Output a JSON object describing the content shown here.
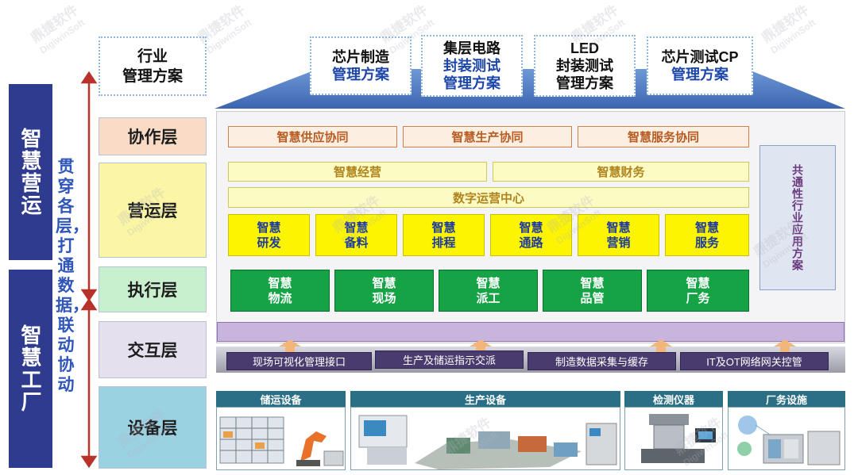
{
  "left_labels": {
    "top": "智慧营运",
    "bottom": "智慧工厂"
  },
  "middle_text": "贯穿各层，打通数据，联动协动",
  "industry_solution": "行业\n管理方案",
  "top_solutions": [
    {
      "line1": "芯片制造",
      "line2": "管理方案"
    },
    {
      "line1": "集层电路",
      "line2": "封装测试\n管理方案"
    },
    {
      "line1": "LED",
      "line2": "封装测试\n管理方案"
    },
    {
      "line1": "芯片测试CP",
      "line2": "管理方案"
    }
  ],
  "layers": {
    "collaboration": "协作层",
    "operation": "营运层",
    "execution": "执行层",
    "interaction": "交互层",
    "equipment": "设备层"
  },
  "collab_items": [
    "智慧供应协同",
    "智慧生产协同",
    "智慧服务协同"
  ],
  "operation_row1": [
    "智慧经营",
    "智慧财务"
  ],
  "operation_center": "数字运营中心",
  "operation_boxes": [
    "智慧\n研发",
    "智慧\n备料",
    "智慧\n排程",
    "智慧\n通路",
    "智慧\n营销",
    "智慧\n服务"
  ],
  "execution_boxes": [
    "智慧\n物流",
    "智慧\n现场",
    "智慧\n派工",
    "智慧\n品管",
    "智慧\n厂务"
  ],
  "side_panel": "共通性行业应用方案",
  "interfaces": [
    "现场可视化管理接口",
    "生产及储运指示交派",
    "制造数据采集与缓存",
    "IT及OT网络网关控管"
  ],
  "equipment_categories": [
    "储运设备",
    "生产设备",
    "检测仪器",
    "厂务设施"
  ],
  "watermark": {
    "cn": "鼎捷软件",
    "en": "DigiwinSoft"
  },
  "colors": {
    "navy": "#2e3b8f",
    "roof": "#4a78c2",
    "arrow": "#c0392b",
    "collab_bg": "#fadcc6",
    "operation_bg": "#fbf6a6",
    "execution_bg": "#c8f0cf",
    "interaction_bg": "#e4e0ee",
    "equipment_bg": "#9bd2e2"
  }
}
